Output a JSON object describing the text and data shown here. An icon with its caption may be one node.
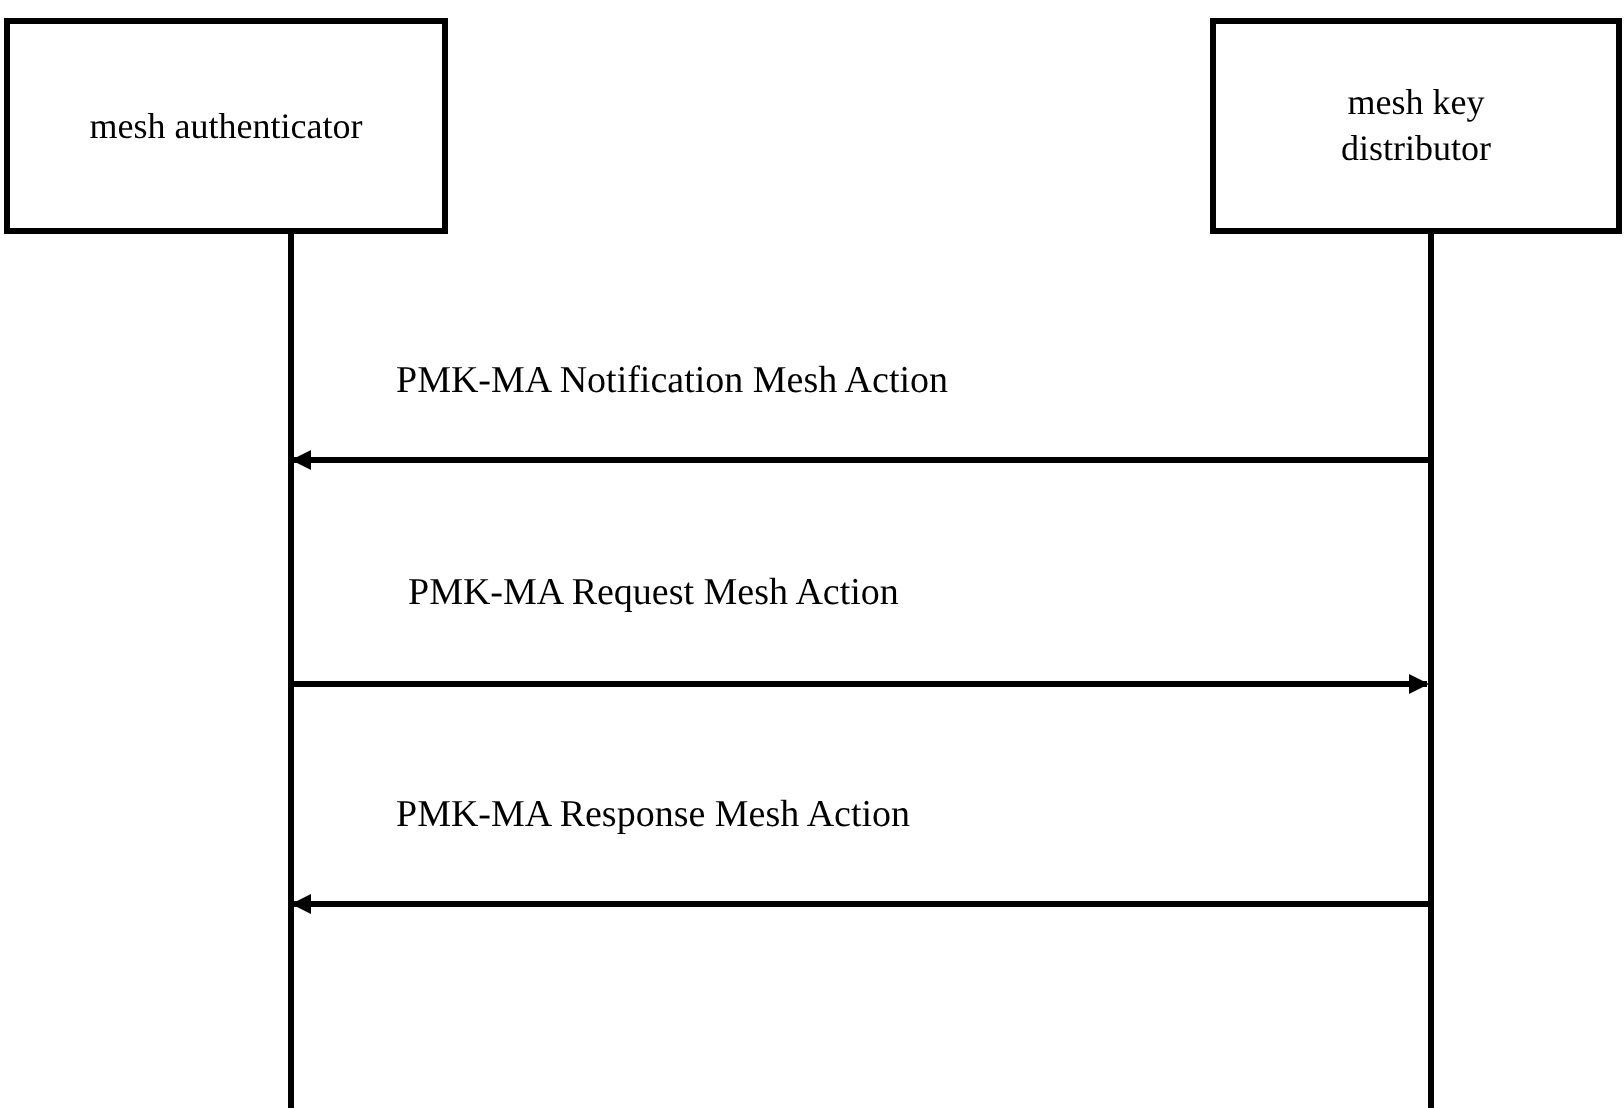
{
  "diagram": {
    "nodes": [
      {
        "text": [
          "mesh authenticator"
        ]
      },
      {
        "text": [
          "mesh key distributor"
        ]
      }
    ],
    "edges": [
      {
        "from": 1,
        "to": 0,
        "arrow": "to",
        "label": "PMK-MA Notification Mesh Action"
      },
      {
        "from": 0,
        "to": 1,
        "arrow": "to",
        "label": "PMK-MA Request Mesh Action"
      },
      {
        "from": 1,
        "to": 0,
        "arrow": "to",
        "label": "PMK-MA Response Mesh Action"
      }
    ]
  }
}
